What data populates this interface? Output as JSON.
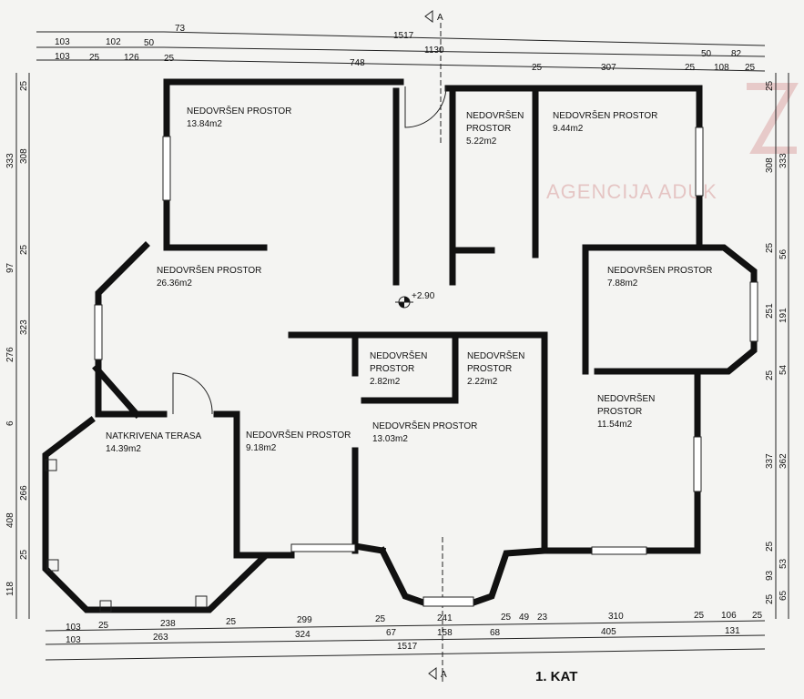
{
  "title": "1. KAT",
  "watermark": "AGENCIJA ADUK",
  "level_marker": "+2.90",
  "section_marker": "A",
  "rooms": [
    {
      "name": "NEDOVRŠEN PROSTOR",
      "area": "13.84m2"
    },
    {
      "name": "NEDOVRŠEN",
      "name2": "PROSTOR",
      "area": "5.22m2"
    },
    {
      "name": "NEDOVRŠEN PROSTOR",
      "area": "9.44m2"
    },
    {
      "name": "NEDOVRŠEN PROSTOR",
      "area": "26.36m2"
    },
    {
      "name": "NEDOVRŠEN PROSTOR",
      "area": "7.88m2"
    },
    {
      "name": "NEDOVRŠEN",
      "name2": "PROSTOR",
      "area": "2.82m2"
    },
    {
      "name": "NEDOVRŠEN",
      "name2": "PROSTOR",
      "area": "2.22m2"
    },
    {
      "name": "NEDOVRŠEN",
      "name2": "PROSTOR",
      "area": "11.54m2"
    },
    {
      "name": "NATKRIVENA TERASA",
      "area": "14.39m2"
    },
    {
      "name": "NEDOVRŠEN PROSTOR",
      "area": "9.18m2"
    },
    {
      "name": "NEDOVRŠEN PROSTOR",
      "area": "13.03m2"
    }
  ],
  "dims": {
    "top1": [
      "73",
      "1517"
    ],
    "top2": [
      "103",
      "102",
      "50",
      "1130",
      "50",
      "82"
    ],
    "top3": [
      "103",
      "25",
      "126",
      "25",
      "748",
      "25",
      "307",
      "25",
      "108",
      "25"
    ],
    "bottom1": [
      "103",
      "25",
      "238",
      "25",
      "299",
      "25",
      "241",
      "25",
      "49",
      "23",
      "310",
      "25",
      "106",
      "25"
    ],
    "bottom2": [
      "103",
      "263",
      "324",
      "67",
      "158",
      "68",
      "405",
      "131"
    ],
    "bottom3": [
      "1517"
    ],
    "left1": [
      "333",
      "97",
      "276",
      "6",
      "408",
      "118"
    ],
    "left2": [
      "25",
      "308",
      "25",
      "323",
      "266",
      "25"
    ],
    "right1": [
      "25",
      "308",
      "25",
      "251",
      "25",
      "337",
      "25",
      "93",
      "25"
    ],
    "right2": [
      "333",
      "56",
      "191",
      "54",
      "362",
      "53",
      "65"
    ]
  }
}
